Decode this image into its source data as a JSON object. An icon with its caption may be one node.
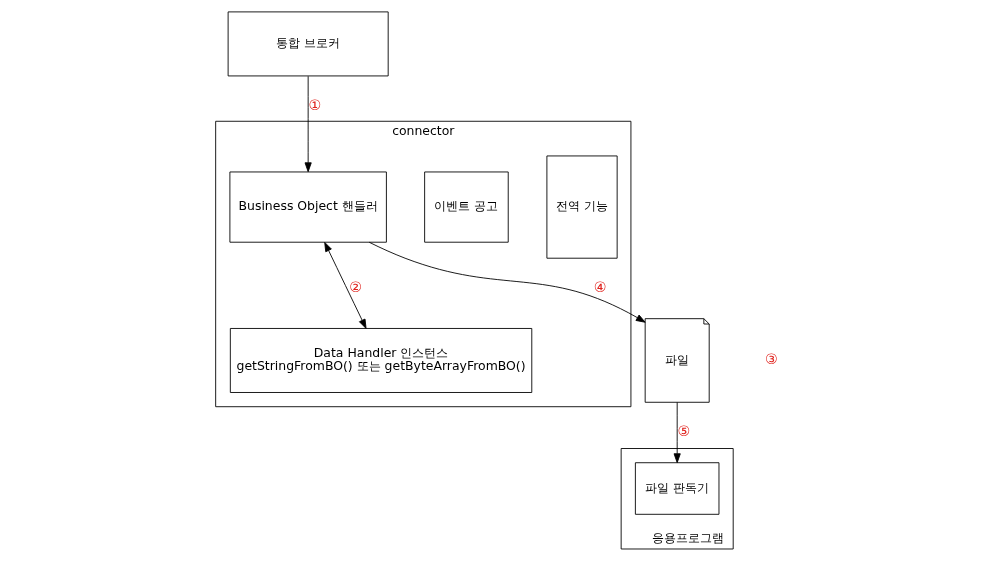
{
  "diagram": {
    "nodes": [
      {
        "text": [
          "통합 브로커"
        ]
      },
      {
        "text": [
          "connector"
        ]
      },
      {
        "text": [
          "전역 기능"
        ],
        "in": 1
      },
      {
        "text": [
          "이벤트 공고"
        ],
        "in": 1
      },
      {
        "text": [
          "Business Object 핸들러"
        ],
        "in": 1
      },
      {
        "text": [
          "Data Handler 인스턴스",
          "getStringFromBO() 또는 getByteArrayFromBO()"
        ],
        "in": 1
      },
      {
        "text": [
          "파일"
        ]
      },
      {
        "text": [
          "응용프로그램"
        ]
      },
      {
        "text": [
          "파일 판독기"
        ],
        "in": 7
      }
    ],
    "edges": [
      {
        "from": 0,
        "to": 4,
        "arrow": "to",
        "label": "①"
      },
      {
        "from": 4,
        "to": 5,
        "arrow": "both",
        "label": "②"
      },
      {
        "from": 4,
        "to": 6,
        "arrow": "to",
        "label": "④"
      },
      {
        "from": 6,
        "to": 8,
        "arrow": "to",
        "label": "⑤"
      }
    ],
    "labels": [
      "③"
    ]
  }
}
